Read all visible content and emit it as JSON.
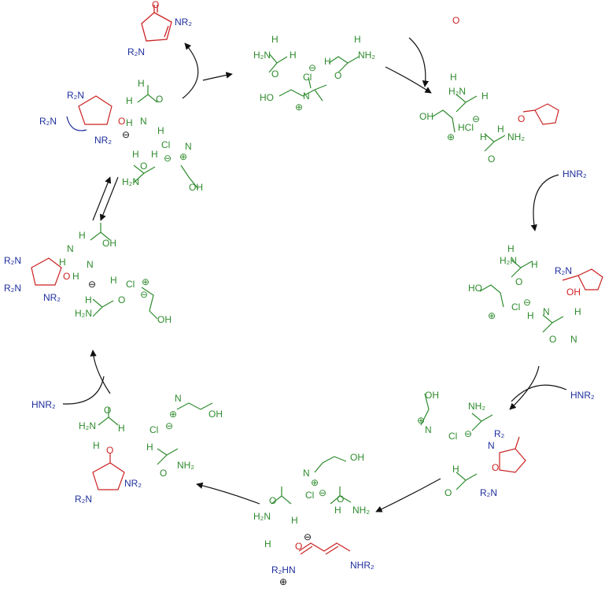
{
  "colors": {
    "green": "#2e8b2e",
    "red": "#cc2222",
    "blue": "#1f2f9e",
    "black": "#111111"
  },
  "labels": {
    "r2n": "R₂N",
    "nr2": "NR₂",
    "hnr2": "HNR₂",
    "nhr2": "NHR₂",
    "r2": "R₂",
    "r2hn": "R₂HN",
    "o": "O",
    "oh": "OH",
    "ho": "HO",
    "h": "H",
    "n": "N",
    "h2n": "H₂N",
    "nh2": "NH₂",
    "cl": "Cl",
    "hcl": "HCl",
    "plus": "⊕",
    "minus": "⊖"
  }
}
